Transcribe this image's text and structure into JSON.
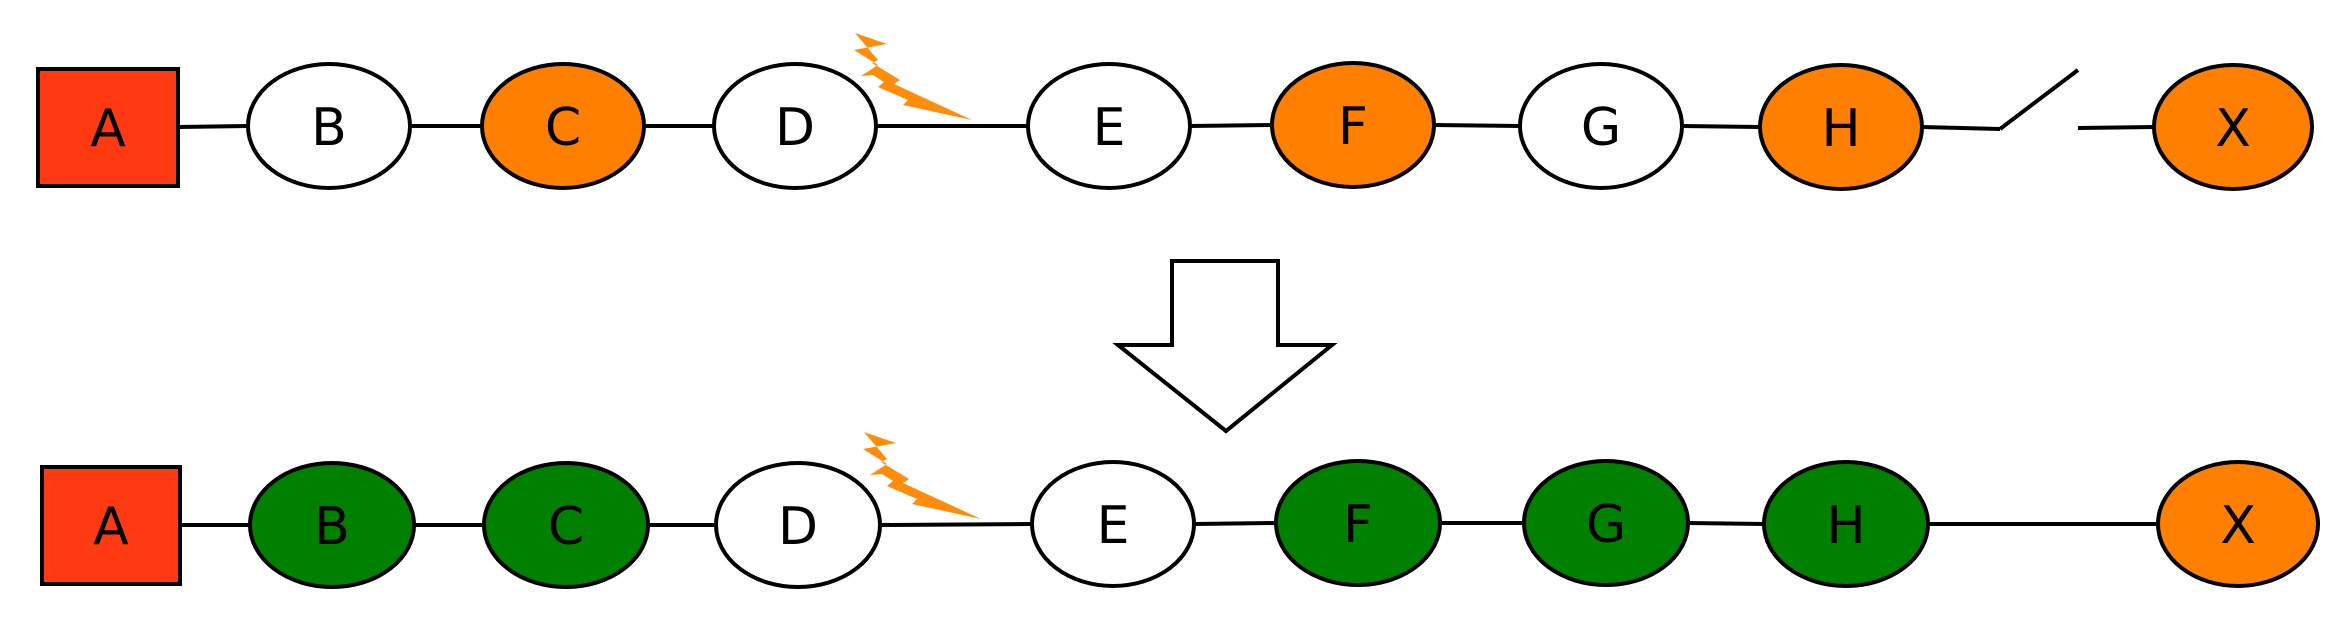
{
  "colors": {
    "source": "#ff3a12",
    "orange": "#ff8000",
    "white": "#ffffff",
    "green": "#008000",
    "fault": "#ff8c0a",
    "line": "#000000"
  },
  "top_row": {
    "nodes": [
      {
        "label": "A",
        "shape": "square",
        "fill": "source"
      },
      {
        "label": "B",
        "shape": "ellipse",
        "fill": "white"
      },
      {
        "label": "C",
        "shape": "ellipse",
        "fill": "orange"
      },
      {
        "label": "D",
        "shape": "ellipse",
        "fill": "white"
      },
      {
        "label": "E",
        "shape": "ellipse",
        "fill": "white"
      },
      {
        "label": "F",
        "shape": "ellipse",
        "fill": "orange"
      },
      {
        "label": "G",
        "shape": "ellipse",
        "fill": "white"
      },
      {
        "label": "H",
        "shape": "ellipse",
        "fill": "orange"
      },
      {
        "label": "X",
        "shape": "ellipse",
        "fill": "orange"
      }
    ],
    "fault_between": [
      "D",
      "E"
    ],
    "open_switch_between": [
      "H",
      "X"
    ]
  },
  "bottom_row": {
    "nodes": [
      {
        "label": "A",
        "shape": "square",
        "fill": "source"
      },
      {
        "label": "B",
        "shape": "ellipse",
        "fill": "green"
      },
      {
        "label": "C",
        "shape": "ellipse",
        "fill": "green"
      },
      {
        "label": "D",
        "shape": "ellipse",
        "fill": "white"
      },
      {
        "label": "E",
        "shape": "ellipse",
        "fill": "white"
      },
      {
        "label": "F",
        "shape": "ellipse",
        "fill": "green"
      },
      {
        "label": "G",
        "shape": "ellipse",
        "fill": "green"
      },
      {
        "label": "H",
        "shape": "ellipse",
        "fill": "green"
      },
      {
        "label": "X",
        "shape": "ellipse",
        "fill": "orange"
      }
    ],
    "fault_between": [
      "D",
      "E"
    ]
  },
  "icons": {
    "fault": "lightning-bolt-icon",
    "transition": "down-arrow-icon",
    "switch": "open-switch-icon"
  }
}
